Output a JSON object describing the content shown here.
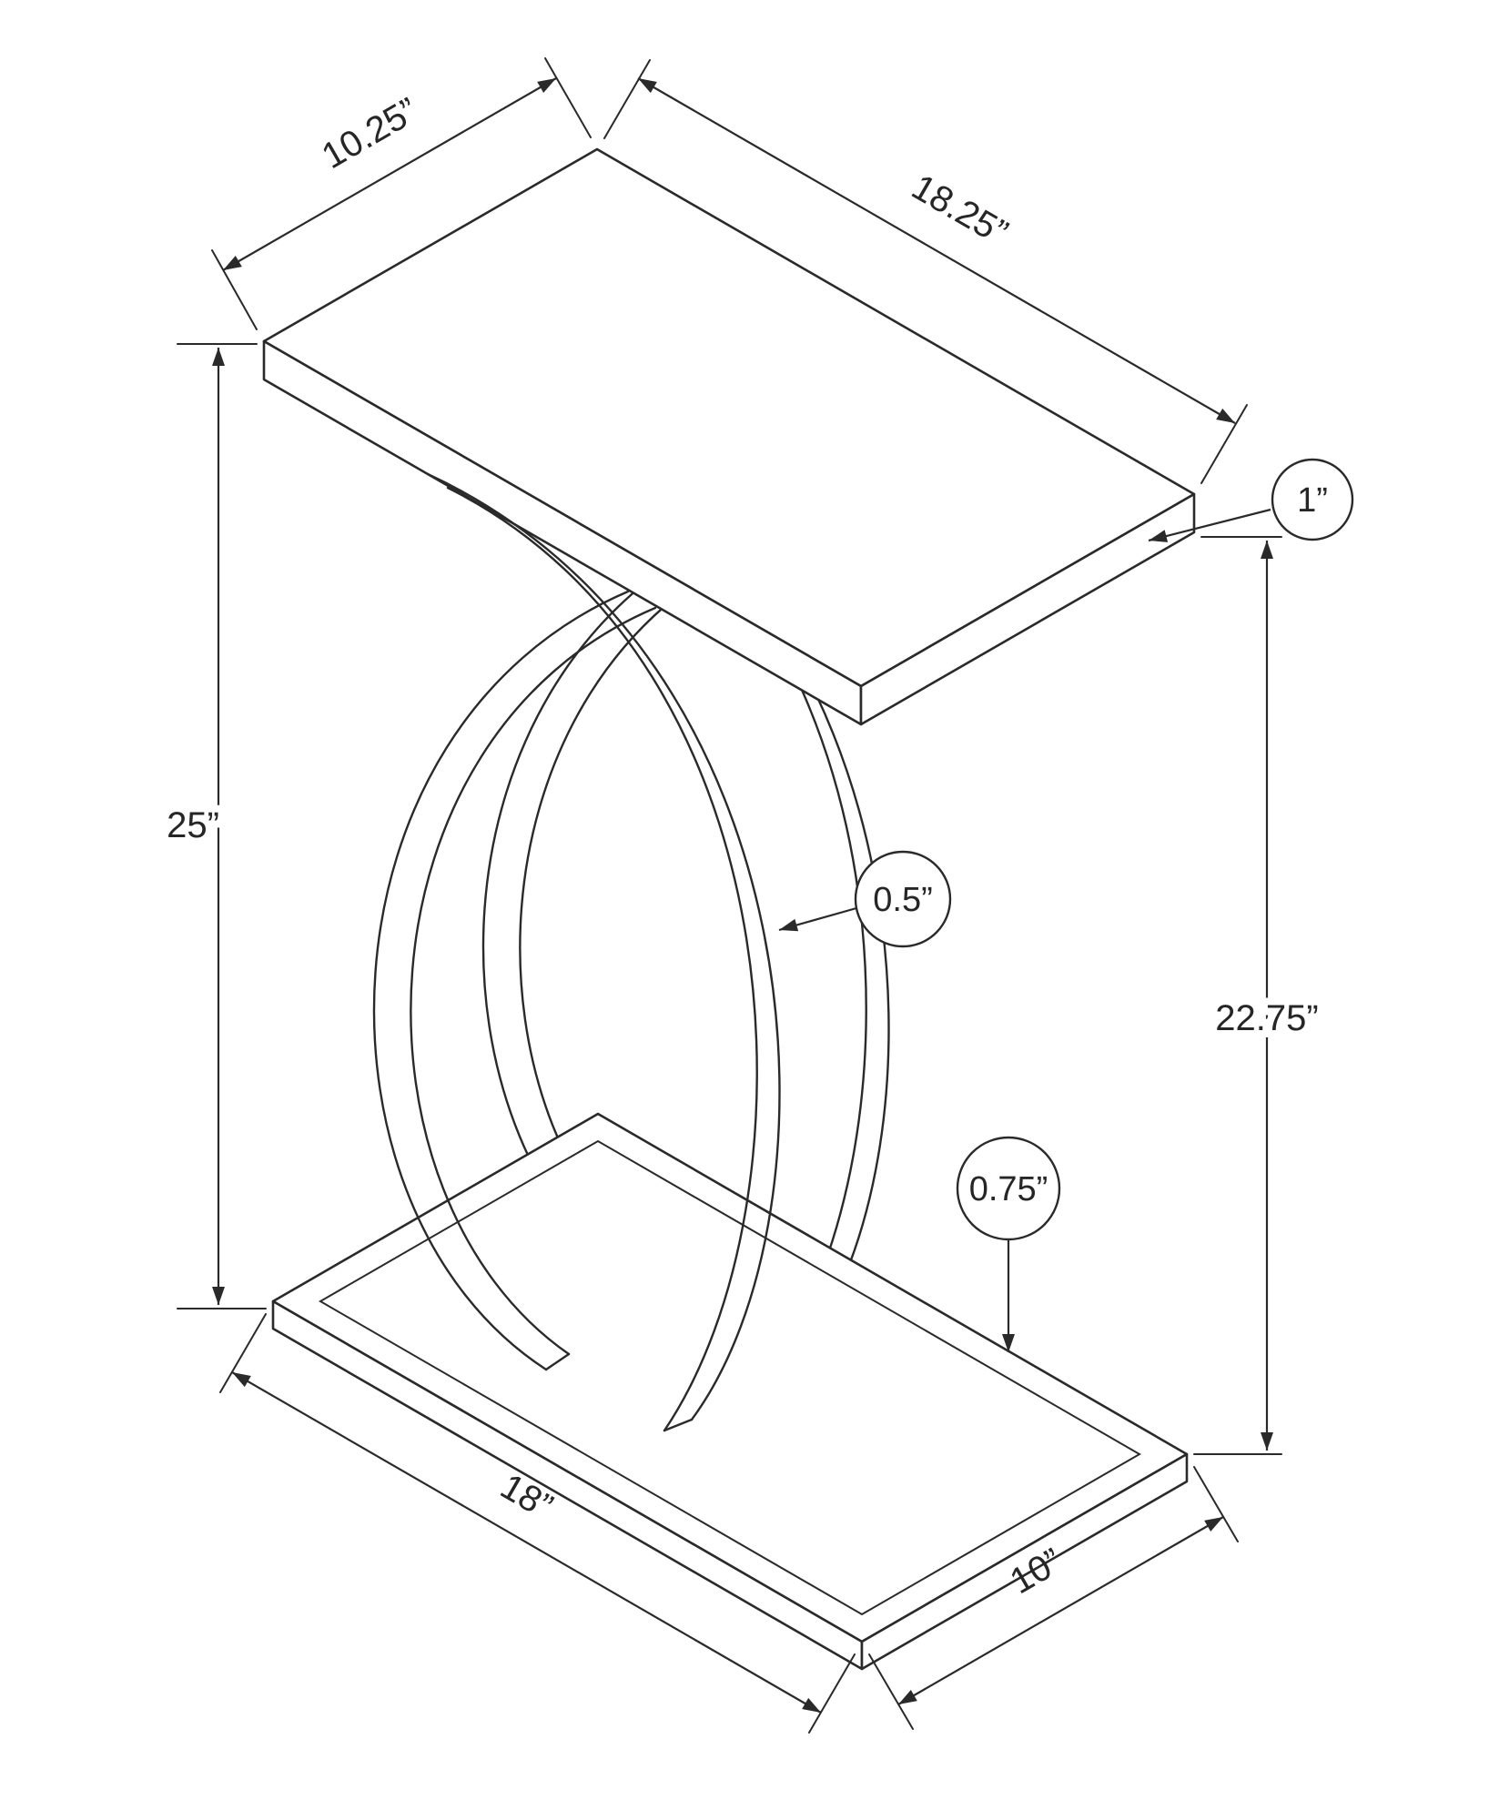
{
  "diagram": {
    "type": "furniture-dimension-drawing",
    "subject": "C-shaped accent side table with crossed curved frame",
    "background_color": "#ffffff",
    "line_color": "#2a2a2a",
    "labels": {
      "top_depth": "10.25”",
      "top_length": "18.25”",
      "top_thickness": "1”",
      "overall_height": "25”",
      "frame_thickness": "0.5”",
      "side_clearance_height": "22.75”",
      "base_thickness": "0.75”",
      "base_length": "18”",
      "base_depth": "10”"
    }
  }
}
